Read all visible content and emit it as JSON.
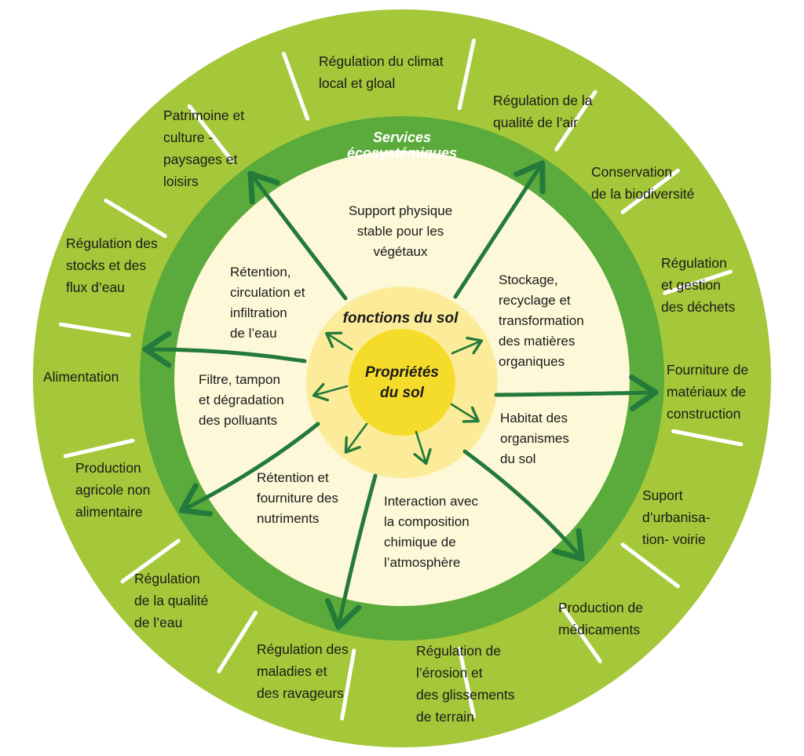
{
  "colors": {
    "outer_ring": "#a5c73a",
    "middle_ring": "#5aab3c",
    "inner_disc": "#fdf8d8",
    "core_halo": "#fcec9a",
    "core": "#f6dc2a",
    "arrow": "#237a3a",
    "separator": "#ffffff"
  },
  "labels": {
    "services_title": "Services\nécosystémiques",
    "functions_title": "fonctions du sol",
    "properties_title": "Propriétés\ndu sol"
  },
  "services": [
    "Régulation du climat\nlocal et gloal",
    "Régulation de la\nqualité de l’air",
    "Conservation\nde la biodiversité",
    "Régulation\net gestion\ndes déchets",
    "Fourniture de\nmatériaux de\nconstruction",
    "Suport\nd’urbanisa-\ntion- voirie",
    "Production de\nmédicaments",
    "Régulation de\nl’érosion et\ndes glissements\nde terrain",
    "Régulation des\nmaladies et\ndes ravageurs",
    "Régulation\nde la qualité\nde l’eau",
    "Production\nagricole non\nalimentaire",
    "Alimentation",
    "Régulation des\nstocks et des\nflux d’eau",
    "Patrimoine et\nculture -\npaysages et\nloisirs"
  ],
  "functions": [
    "Support physique\nstable pour les\nvégétaux",
    "Stockage,\nrecyclage et\ntransformation\ndes matières\norganiques",
    "Habitat des\norganismes\ndu sol",
    "Interaction avec\nla composition\nchimique de\nl’atmosphère",
    "Rétention et\nfourniture des\nnutriments",
    "Filtre, tampon\net dégradation\ndes polluants",
    "Rétention,\ncirculation et\ninfiltration\nde l’eau"
  ]
}
